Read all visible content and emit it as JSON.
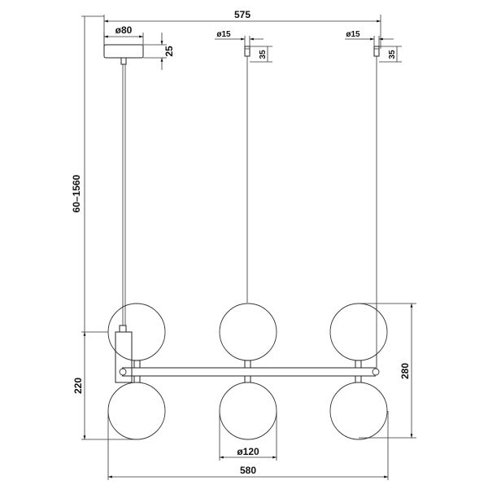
{
  "drawing": {
    "title": "Pendant lamp technical drawing",
    "dimensions": {
      "overall_top_width": "575",
      "canopy_diameter": "ø80",
      "canopy_height": "25",
      "cap_diameter_center": "ø15",
      "cap_height_center": "35",
      "cap_diameter_right": "ø15",
      "cap_height_right": "35",
      "suspension_length": "60–1560",
      "globe_pair_height_left": "220",
      "globe_assembly_height_right": "280",
      "globe_diameter": "ø120",
      "overall_bottom_width": "580"
    },
    "components": {
      "globes": 6,
      "suspension_cables": 3,
      "canopy": 1,
      "horizontal_bar": 1
    }
  }
}
